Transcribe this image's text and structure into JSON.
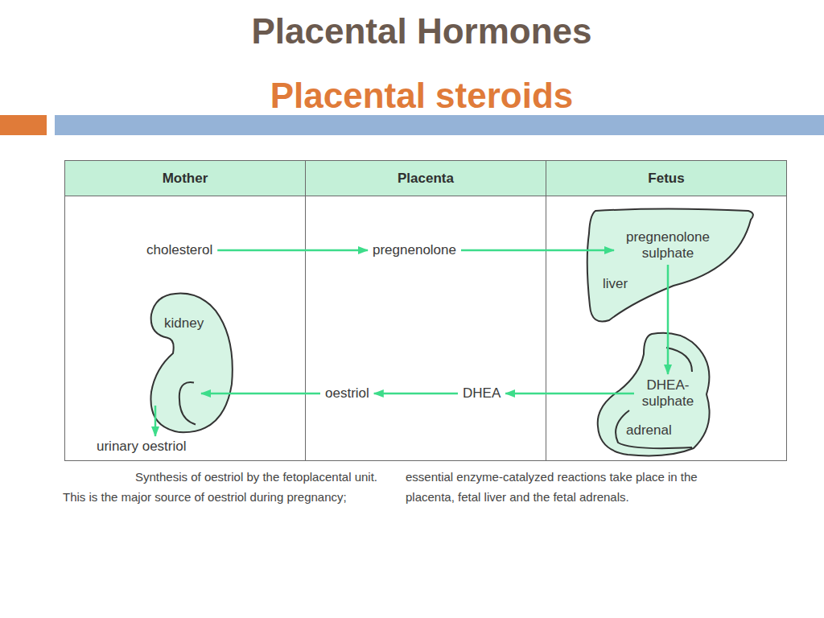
{
  "diagram": {
    "title": "Placental Hormones",
    "caption": "Synthesis of oestriol by the fetoplacental unit. This is the major source of oestriol during pregnancy; essential enzyme-catalyzed reactions take place in the placenta, fetal liver and the fetal adrenals.",
    "nodes": [
      {
        "text": [
          "Mother"
        ]
      },
      {
        "text": [
          "Placenta"
        ]
      },
      {
        "text": [
          "Fetus"
        ]
      },
      {
        "text": [
          "cholesterol"
        ],
        "in": 0
      },
      {
        "text": [
          "pregnenolone"
        ],
        "in": 1
      },
      {
        "text": [
          "pregnenolone sulphate",
          "liver"
        ],
        "in": 2
      },
      {
        "text": [
          "kidney"
        ],
        "in": 0
      },
      {
        "text": [
          "urinary oestriol"
        ],
        "in": 0
      },
      {
        "text": [
          "oestriol"
        ],
        "in": 1
      },
      {
        "text": [
          "DHEA"
        ],
        "in": 1
      },
      {
        "text": [
          "DHEA-sulphate",
          "adrenal"
        ],
        "in": 2
      }
    ],
    "edges": [
      {
        "from": 3,
        "to": 4,
        "arrow": "to"
      },
      {
        "from": 4,
        "to": 5,
        "arrow": "to"
      },
      {
        "from": 5,
        "to": 10,
        "arrow": "to"
      },
      {
        "from": 10,
        "to": 9,
        "arrow": "to"
      },
      {
        "from": 9,
        "to": 8,
        "arrow": "to"
      },
      {
        "from": 8,
        "to": 6,
        "arrow": "to"
      },
      {
        "from": 6,
        "to": 7,
        "arrow": "to"
      }
    ],
    "labels": [
      "Placental steroids"
    ]
  }
}
